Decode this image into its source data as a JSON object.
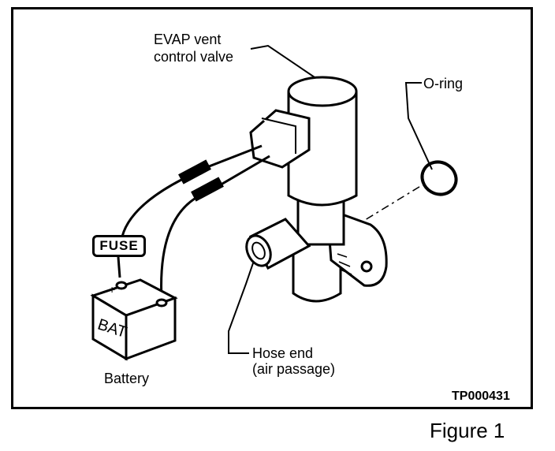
{
  "labels": {
    "valve_line1": "EVAP vent",
    "valve_line2": "control valve",
    "oring": "O-ring",
    "fuse": "FUSE",
    "bat": "BAT",
    "battery": "Battery",
    "hose_line1": "Hose end",
    "hose_line2": "(air passage)",
    "ref_code": "TP000431",
    "plus": "+",
    "minus": "-"
  },
  "caption": "Figure 1"
}
